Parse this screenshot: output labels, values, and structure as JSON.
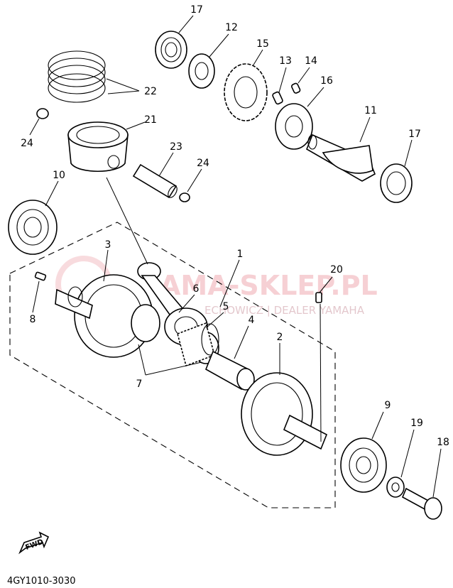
{
  "diagram": {
    "code": "4GY1010-3030",
    "fwd_label": "FWD",
    "watermark": {
      "title": "AMA-SKLEP.PL",
      "subtitle": "ECHOWICZ | DEALER YAMAHA"
    },
    "callouts": [
      {
        "id": "c17a",
        "text": "17"
      },
      {
        "id": "c12",
        "text": "12"
      },
      {
        "id": "c15",
        "text": "15"
      },
      {
        "id": "c13",
        "text": "13"
      },
      {
        "id": "c14",
        "text": "14"
      },
      {
        "id": "c16",
        "text": "16"
      },
      {
        "id": "c11",
        "text": "11"
      },
      {
        "id": "c17b",
        "text": "17"
      },
      {
        "id": "c22",
        "text": "22"
      },
      {
        "id": "c21",
        "text": "21"
      },
      {
        "id": "c24a",
        "text": "24"
      },
      {
        "id": "c23",
        "text": "23"
      },
      {
        "id": "c24b",
        "text": "24"
      },
      {
        "id": "c10",
        "text": "10"
      },
      {
        "id": "c3",
        "text": "3"
      },
      {
        "id": "c1",
        "text": "1"
      },
      {
        "id": "c20",
        "text": "20"
      },
      {
        "id": "c6",
        "text": "6"
      },
      {
        "id": "c5",
        "text": "5"
      },
      {
        "id": "c4",
        "text": "4"
      },
      {
        "id": "c2",
        "text": "2"
      },
      {
        "id": "c8",
        "text": "8"
      },
      {
        "id": "c7",
        "text": "7"
      },
      {
        "id": "c9",
        "text": "9"
      },
      {
        "id": "c19",
        "text": "19"
      },
      {
        "id": "c18",
        "text": "18"
      }
    ]
  }
}
